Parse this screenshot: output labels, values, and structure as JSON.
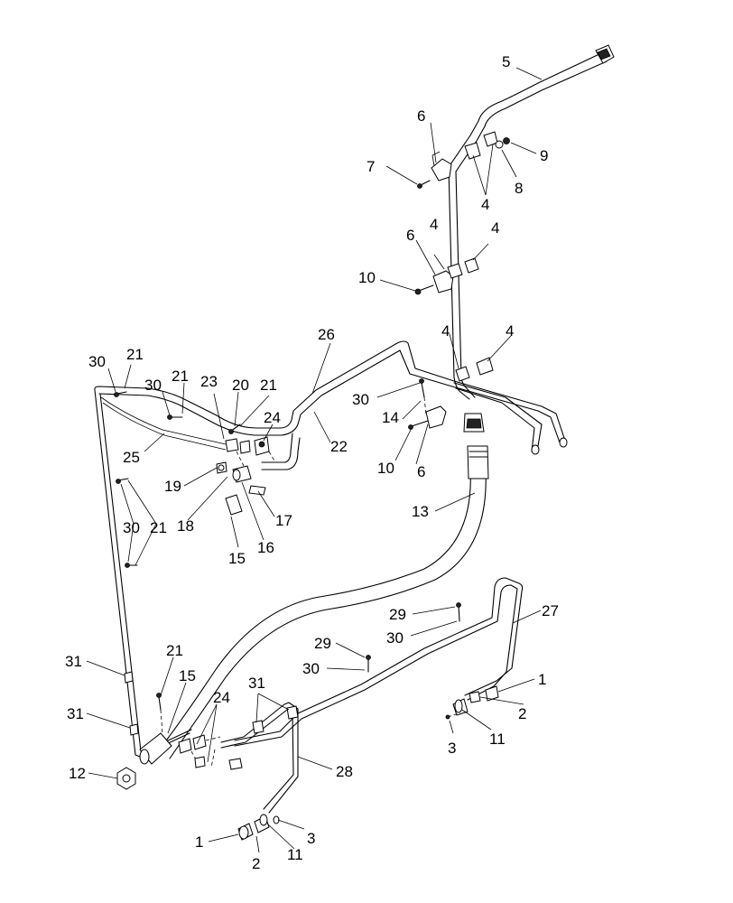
{
  "callouts": [
    {
      "id": "c5",
      "text": "5"
    },
    {
      "id": "c6a",
      "text": "6"
    },
    {
      "id": "c7",
      "text": "7"
    },
    {
      "id": "c9",
      "text": "9"
    },
    {
      "id": "c8",
      "text": "8"
    },
    {
      "id": "c4a",
      "text": "4"
    },
    {
      "id": "c6b",
      "text": "6"
    },
    {
      "id": "c4b",
      "text": "4"
    },
    {
      "id": "c4c",
      "text": "4"
    },
    {
      "id": "c10a",
      "text": "10"
    },
    {
      "id": "c26",
      "text": "26"
    },
    {
      "id": "c4d",
      "text": "4"
    },
    {
      "id": "c4e",
      "text": "4"
    },
    {
      "id": "c30a",
      "text": "30"
    },
    {
      "id": "c21a",
      "text": "21"
    },
    {
      "id": "c30b",
      "text": "30"
    },
    {
      "id": "c21b",
      "text": "21"
    },
    {
      "id": "c23",
      "text": "23"
    },
    {
      "id": "c20",
      "text": "20"
    },
    {
      "id": "c21c",
      "text": "21"
    },
    {
      "id": "c30c",
      "text": "30"
    },
    {
      "id": "c14",
      "text": "14"
    },
    {
      "id": "c24a",
      "text": "24"
    },
    {
      "id": "c22",
      "text": "22"
    },
    {
      "id": "c25",
      "text": "25"
    },
    {
      "id": "c10b",
      "text": "10"
    },
    {
      "id": "c6c",
      "text": "6"
    },
    {
      "id": "c19",
      "text": "19"
    },
    {
      "id": "c18",
      "text": "18"
    },
    {
      "id": "c17",
      "text": "17"
    },
    {
      "id": "c16",
      "text": "16"
    },
    {
      "id": "c15a",
      "text": "15"
    },
    {
      "id": "c13",
      "text": "13"
    },
    {
      "id": "c30d",
      "text": "30"
    },
    {
      "id": "c21d",
      "text": "21"
    },
    {
      "id": "c27",
      "text": "27"
    },
    {
      "id": "c29a",
      "text": "29"
    },
    {
      "id": "c30e",
      "text": "30"
    },
    {
      "id": "c29b",
      "text": "29"
    },
    {
      "id": "c30f",
      "text": "30"
    },
    {
      "id": "c31a",
      "text": "31"
    },
    {
      "id": "c21e",
      "text": "21"
    },
    {
      "id": "c15b",
      "text": "15"
    },
    {
      "id": "c1a",
      "text": "1"
    },
    {
      "id": "c31b",
      "text": "31"
    },
    {
      "id": "c24b",
      "text": "24"
    },
    {
      "id": "c2a",
      "text": "2"
    },
    {
      "id": "c31c",
      "text": "31"
    },
    {
      "id": "c3a",
      "text": "3"
    },
    {
      "id": "c11a",
      "text": "11"
    },
    {
      "id": "c12",
      "text": "12"
    },
    {
      "id": "c28",
      "text": "28"
    },
    {
      "id": "c3b",
      "text": "3"
    },
    {
      "id": "c1b",
      "text": "1"
    },
    {
      "id": "c11b",
      "text": "11"
    },
    {
      "id": "c2b",
      "text": "2"
    }
  ]
}
